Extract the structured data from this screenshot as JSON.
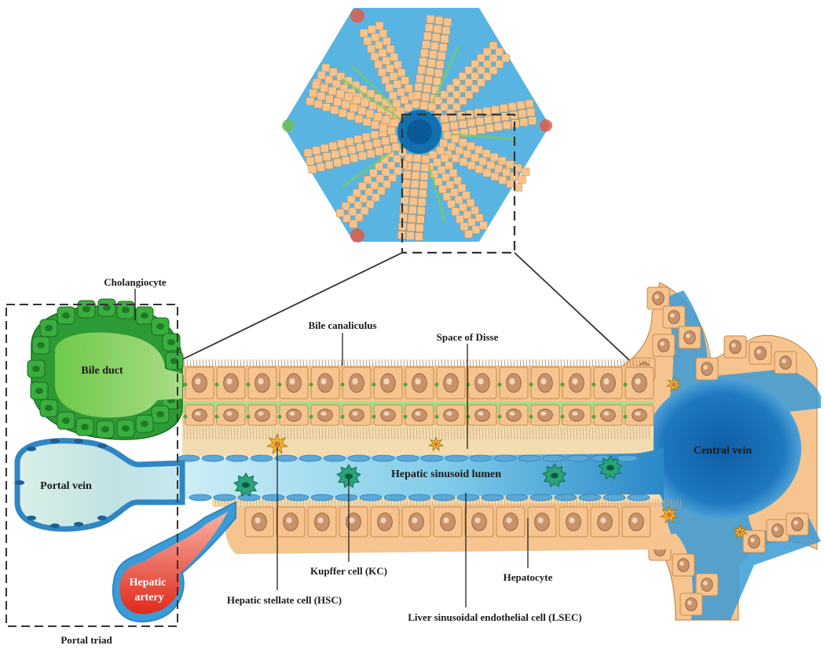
{
  "labels": {
    "cholangiocyte": "Cholangiocyte",
    "bile_duct": "Bile duct",
    "bile_canaliculus": "Bile canaliculus",
    "space_of_disse": "Space of Disse",
    "portal_vein": "Portal vein",
    "hepatic_sinusoid_lumen": "Hepatic sinusoid lumen",
    "central_vein": "Central vein",
    "hepatic_artery_line1": "Hepatic",
    "hepatic_artery_line2": "artery",
    "kupffer_cell": "Kupffer cell (KC)",
    "hepatocyte": "Hepatocyte",
    "hepatic_stellate_cell": "Hepatic stellate cell (HSC)",
    "lsec": "Liver sinusoidal endothelial cell (LSEC)",
    "portal_triad": "Portal triad"
  },
  "colors": {
    "hepatocyte": "#f6c48f",
    "hepatocyte_outline": "#c98a4e",
    "nucleus": "#c9926a",
    "bile": "#8fd46a",
    "bile_dark": "#2e8b2e",
    "sinusoid_light": "#bfe6f2",
    "sinusoid": "#3aa3d6",
    "central_vein": "#1f6fb3",
    "artery": "#e8392b",
    "kupffer": "#2aa37a",
    "stellate": "#f4b83a"
  }
}
